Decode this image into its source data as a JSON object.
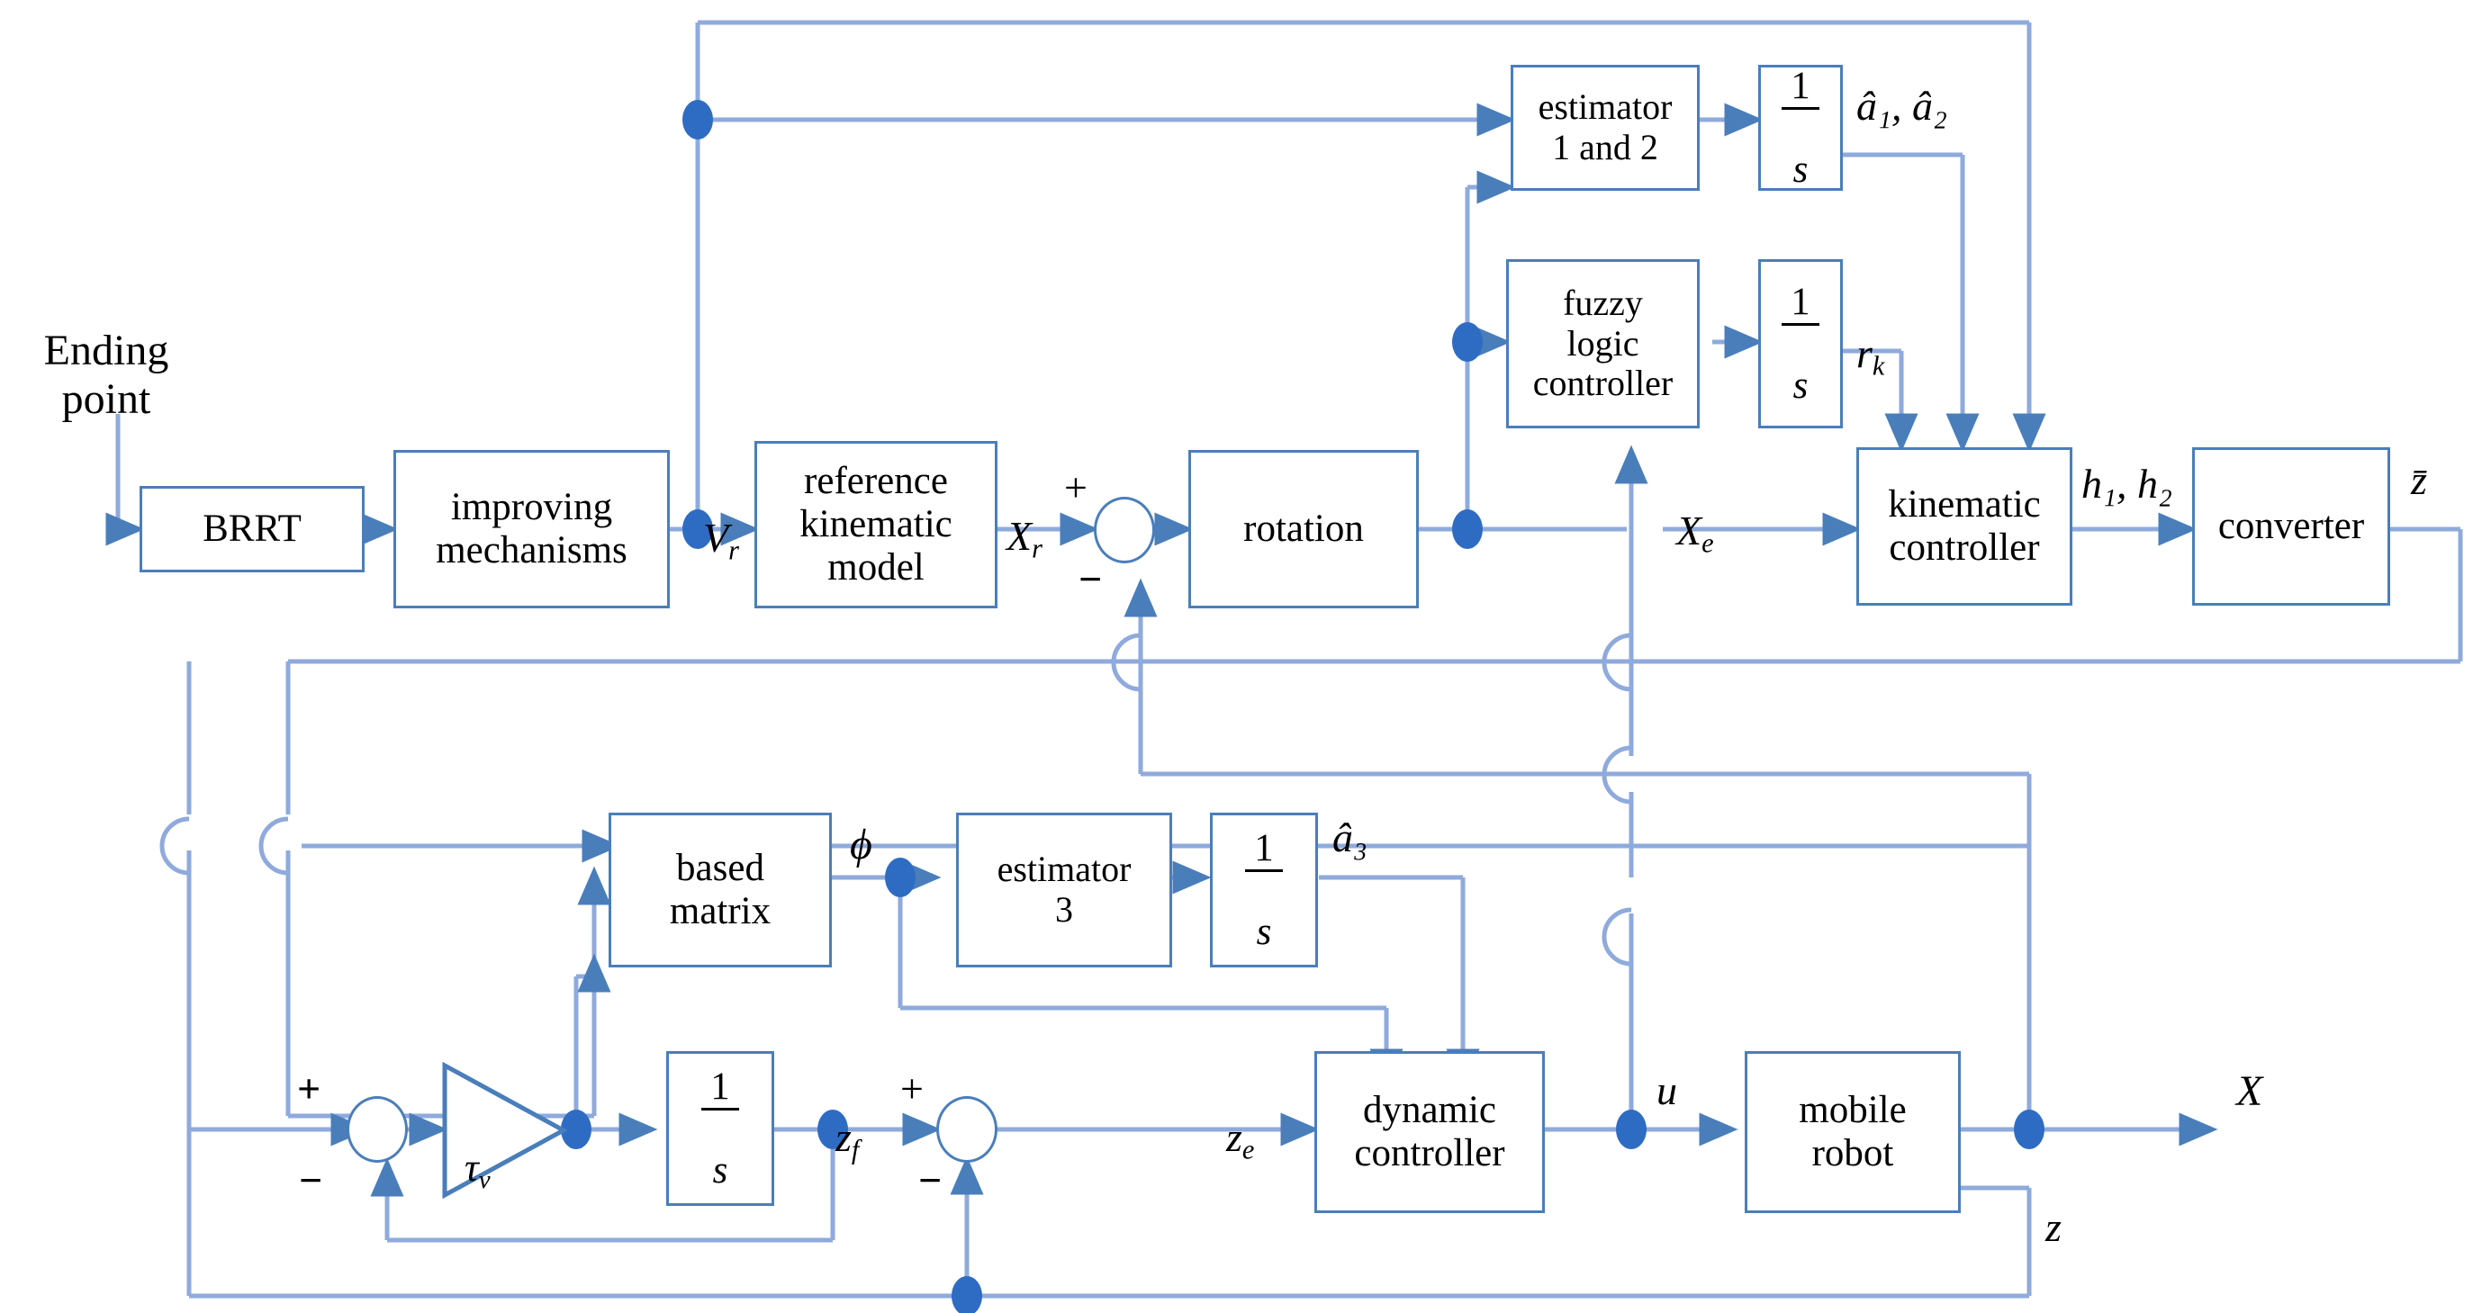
{
  "diagram": {
    "title": "Mobile robot adaptive fuzzy control block diagram",
    "colors": {
      "line": "#8FAADC",
      "block_border": "#4A7EBB",
      "junction_dot": "#2E6CC4",
      "text": "#000000",
      "background": "#FFFFFF"
    }
  },
  "blocks": [
    {
      "id": "brrt",
      "label": "BRRT"
    },
    {
      "id": "improving",
      "label": "improving\nmechanisms"
    },
    {
      "id": "reference-kinematic",
      "label": "reference\nkinematic\nmodel"
    },
    {
      "id": "rotation",
      "label": "rotation"
    },
    {
      "id": "estimator-12",
      "label": "estimator\n1 and 2"
    },
    {
      "id": "integrator-12",
      "label": "1/s",
      "numerator": "1",
      "denominator": "s"
    },
    {
      "id": "fuzzy-logic",
      "label": "fuzzy\nlogic\ncontroller"
    },
    {
      "id": "integrator-fuzzy",
      "label": "1/s",
      "numerator": "1",
      "denominator": "s"
    },
    {
      "id": "kinematic-controller",
      "label": "kinematic\ncontroller"
    },
    {
      "id": "converter",
      "label": "converter"
    },
    {
      "id": "based-matrix",
      "label": "based\nmatrix"
    },
    {
      "id": "estimator-3",
      "label": "estimator\n3"
    },
    {
      "id": "integrator-3",
      "label": "1/s",
      "numerator": "1",
      "denominator": "s"
    },
    {
      "id": "integrator-tau",
      "label": "1/s",
      "numerator": "1",
      "denominator": "s"
    },
    {
      "id": "dynamic-controller",
      "label": "dynamic\ncontroller"
    },
    {
      "id": "mobile-robot",
      "label": "mobile\nrobot"
    }
  ],
  "gain": {
    "id": "tau-v",
    "label": "τ",
    "subscript": "v"
  },
  "summing_junctions": [
    {
      "id": "sum-xr",
      "plus": "+",
      "minus": "−"
    },
    {
      "id": "sum-tau",
      "plus": "+",
      "minus": "−"
    },
    {
      "id": "sum-zf",
      "plus": "+",
      "minus": "−"
    }
  ],
  "signal_labels": [
    {
      "id": "ending-point",
      "text": "Ending\npoint"
    },
    {
      "id": "vr",
      "base": "V",
      "sub": "r"
    },
    {
      "id": "xr",
      "base": "X",
      "sub": "r"
    },
    {
      "id": "xr-plus",
      "text": "+"
    },
    {
      "id": "xe",
      "base": "X",
      "sub": "e"
    },
    {
      "id": "a1a2",
      "text": "â₁, â₂"
    },
    {
      "id": "rk",
      "base": "r",
      "sub": "k"
    },
    {
      "id": "h1h2",
      "text": "h₁, h₂"
    },
    {
      "id": "zbar",
      "text": "z̄"
    },
    {
      "id": "phi",
      "text": "ϕ"
    },
    {
      "id": "a3",
      "text": "â₃"
    },
    {
      "id": "zf",
      "base": "z",
      "sub": "f"
    },
    {
      "id": "zf-plus",
      "text": "+"
    },
    {
      "id": "ze",
      "base": "z",
      "sub": "e"
    },
    {
      "id": "u",
      "text": "u"
    },
    {
      "id": "x-out",
      "text": "X"
    },
    {
      "id": "z-out",
      "text": "z"
    },
    {
      "id": "plus-tau",
      "text": "+"
    },
    {
      "id": "minus-tau",
      "text": "−"
    },
    {
      "id": "minus-xr",
      "text": "−"
    },
    {
      "id": "minus-zf",
      "text": "−"
    }
  ]
}
